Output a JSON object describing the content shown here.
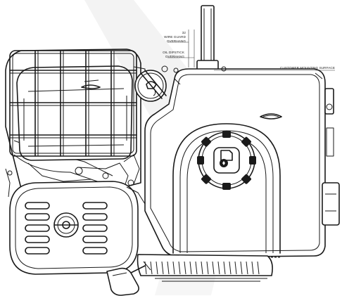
{
  "callouts": {
    "wire_guard_number": "32",
    "wire_guard_line1": "WIRE GUARD",
    "wire_guard_line2": "OVERHANG",
    "dipstick_line1": "OIL DIPSTICK",
    "dipstick_line2": "OVERHANG",
    "mounting_surface": "CUSTOMER MOUNTING SURFACE"
  },
  "colors": {
    "line": "#1a1a1a",
    "background_shade": "#e9e9e9"
  }
}
